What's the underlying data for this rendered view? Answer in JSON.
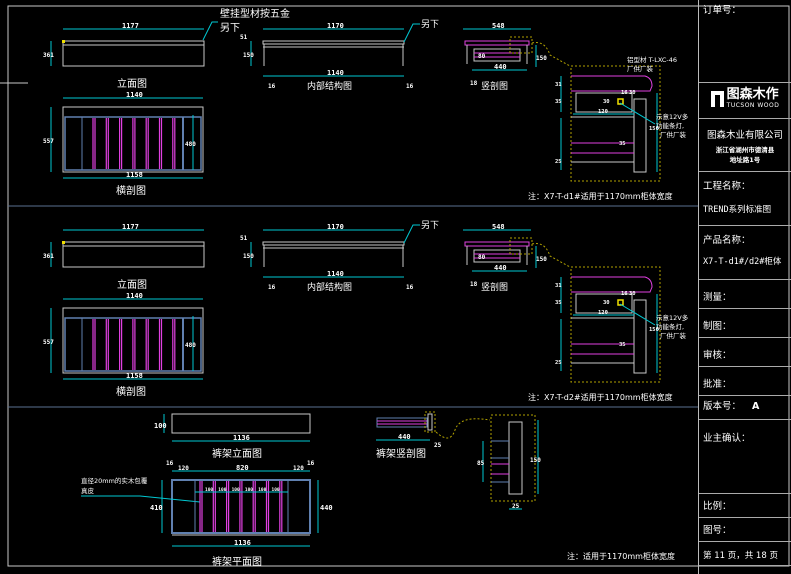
{
  "drawing": {
    "colors": {
      "background": "#000000",
      "frame": "#c8c8c8",
      "dimension": "#00c8d2",
      "hardware": "#e040e0",
      "steel": "#6080b0",
      "highlight": "#f0e000",
      "border_line": "#5a7090"
    },
    "section1": {
      "elevation": {
        "title": "立面图",
        "width_dim": "1177",
        "height_dim": "361"
      },
      "inner_structure": {
        "title": "内部结构图",
        "top_dim": "1170",
        "bottom_dim": "1140",
        "left_dim": "16",
        "right_dim": "16",
        "height_dim": "150",
        "small_dim": "51",
        "note": "另下"
      },
      "cross_section": {
        "title": "横剖图",
        "top_dim": "1140",
        "bottom_dim": "1158",
        "height_dim": "557",
        "inner_dim": "480"
      },
      "vertical_section": {
        "title": "竖剖图",
        "top_dim": "548",
        "bottom_dim": "440",
        "left_dim": "18",
        "right_dim": "150",
        "inner_dim": "80"
      },
      "detail": {
        "profile_note": "铝型材 T-LXC-46",
        "profile_note2": "厂供厂装",
        "light_note": "示意12V多",
        "light_note2": "功能条灯,",
        "light_note3": "厂供厂装",
        "dims": [
          "31",
          "35",
          "16",
          "30",
          "120",
          "30",
          "150",
          "35",
          "25"
        ]
      },
      "hardware_note": "壁挂型材按五金",
      "hardware_note2": "另下",
      "footnote": "注：X7-T-d1#适用于1170mm柜体宽度"
    },
    "section2": {
      "elevation": {
        "title": "立面图",
        "width_dim": "1177",
        "height_dim": "361"
      },
      "inner_structure": {
        "title": "内部结构图",
        "top_dim": "1170",
        "bottom_dim": "1140",
        "left_dim": "16",
        "right_dim": "16",
        "height_dim": "150",
        "small_dim": "51",
        "note": "另下"
      },
      "cross_section": {
        "title": "横剖图",
        "top_dim": "1140",
        "bottom_dim": "1158",
        "height_dim": "557",
        "inner_dim": "480"
      },
      "vertical_section": {
        "title": "竖剖图",
        "top_dim": "548",
        "bottom_dim": "440",
        "left_dim": "18",
        "right_dim": "150",
        "inner_dim": "80"
      },
      "detail": {
        "light_note": "示意12V多",
        "light_note2": "功能条灯,",
        "light_note3": "厂供厂装",
        "dims": [
          "31",
          "35",
          "16",
          "30",
          "120",
          "30",
          "150",
          "35",
          "25"
        ]
      },
      "footnote": "注：X7-T-d2#适用于1170mm柜体宽度"
    },
    "section3": {
      "rack_elevation": {
        "title": "裤架立面图",
        "width_dim": "1136",
        "height_dim": "100"
      },
      "rack_plan": {
        "title": "裤架平面图",
        "bottom_dim": "1136",
        "height_dim": "440",
        "left_dim": "410",
        "top_dims": [
          "16",
          "120",
          "16",
          "820",
          "16",
          "120",
          "16"
        ],
        "gap_dims": [
          "100",
          "100",
          "100",
          "100",
          "100",
          "100"
        ],
        "note": "直径20mm的实木包覆",
        "note2": "真皮"
      },
      "rack_section": {
        "title": "裤架竖剖图",
        "width_dim": "440",
        "height_dim": "25"
      },
      "rack_detail": {
        "height_dim": "150",
        "inner_dim": "85",
        "bottom_dim": "25"
      },
      "footnote": "注：适用于1170mm柜体宽度"
    }
  },
  "title_block": {
    "order_label": "订单号：",
    "brand_name": "图森木作",
    "brand_sub": "TUCSON WOOD",
    "company": "图森木业有限公司",
    "address": "浙江省湖州市德清县",
    "address2": "地址路1号",
    "project_label": "工程名称：",
    "project_value": "TREND系列标准图",
    "product_label": "产品名称：",
    "product_value": "X7-T-d1#/d2#柜体",
    "measure_label": "测量：",
    "draw_label": "制图：",
    "review_label": "审核：",
    "approve_label": "批准：",
    "version_label": "版本号：",
    "version_value": "A",
    "owner_label": "业主确认：",
    "scale_label": "比例：",
    "drawing_no_label": "图号：",
    "page_info": "第 11 页，共 18 页"
  }
}
